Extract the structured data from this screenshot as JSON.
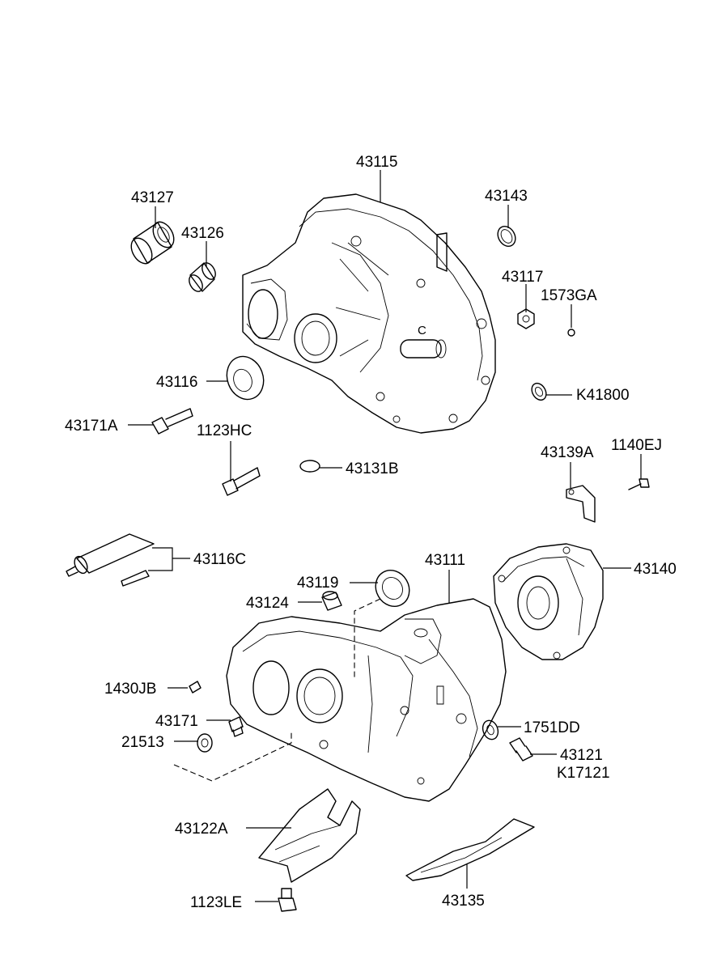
{
  "labels": {
    "p43115": "43115",
    "p43127": "43127",
    "p43126": "43126",
    "p43143": "43143",
    "p43117": "43117",
    "p1573GA": "1573GA",
    "p43116": "43116",
    "pK41800": "K41800",
    "p43171A": "43171A",
    "p1123HC": "1123HC",
    "p43131B": "43131B",
    "p43139A": "43139A",
    "p1140EJ": "1140EJ",
    "p43116C": "43116C",
    "p43111": "43111",
    "p43140": "43140",
    "p43119": "43119",
    "p43124": "43124",
    "p1430JB": "1430JB",
    "p43171": "43171",
    "p21513": "21513",
    "p1751DD": "1751DD",
    "p43121": "43121",
    "pK17121": "K17121",
    "p43122A": "43122A",
    "p1123LE": "1123LE",
    "p43135": "43135"
  }
}
